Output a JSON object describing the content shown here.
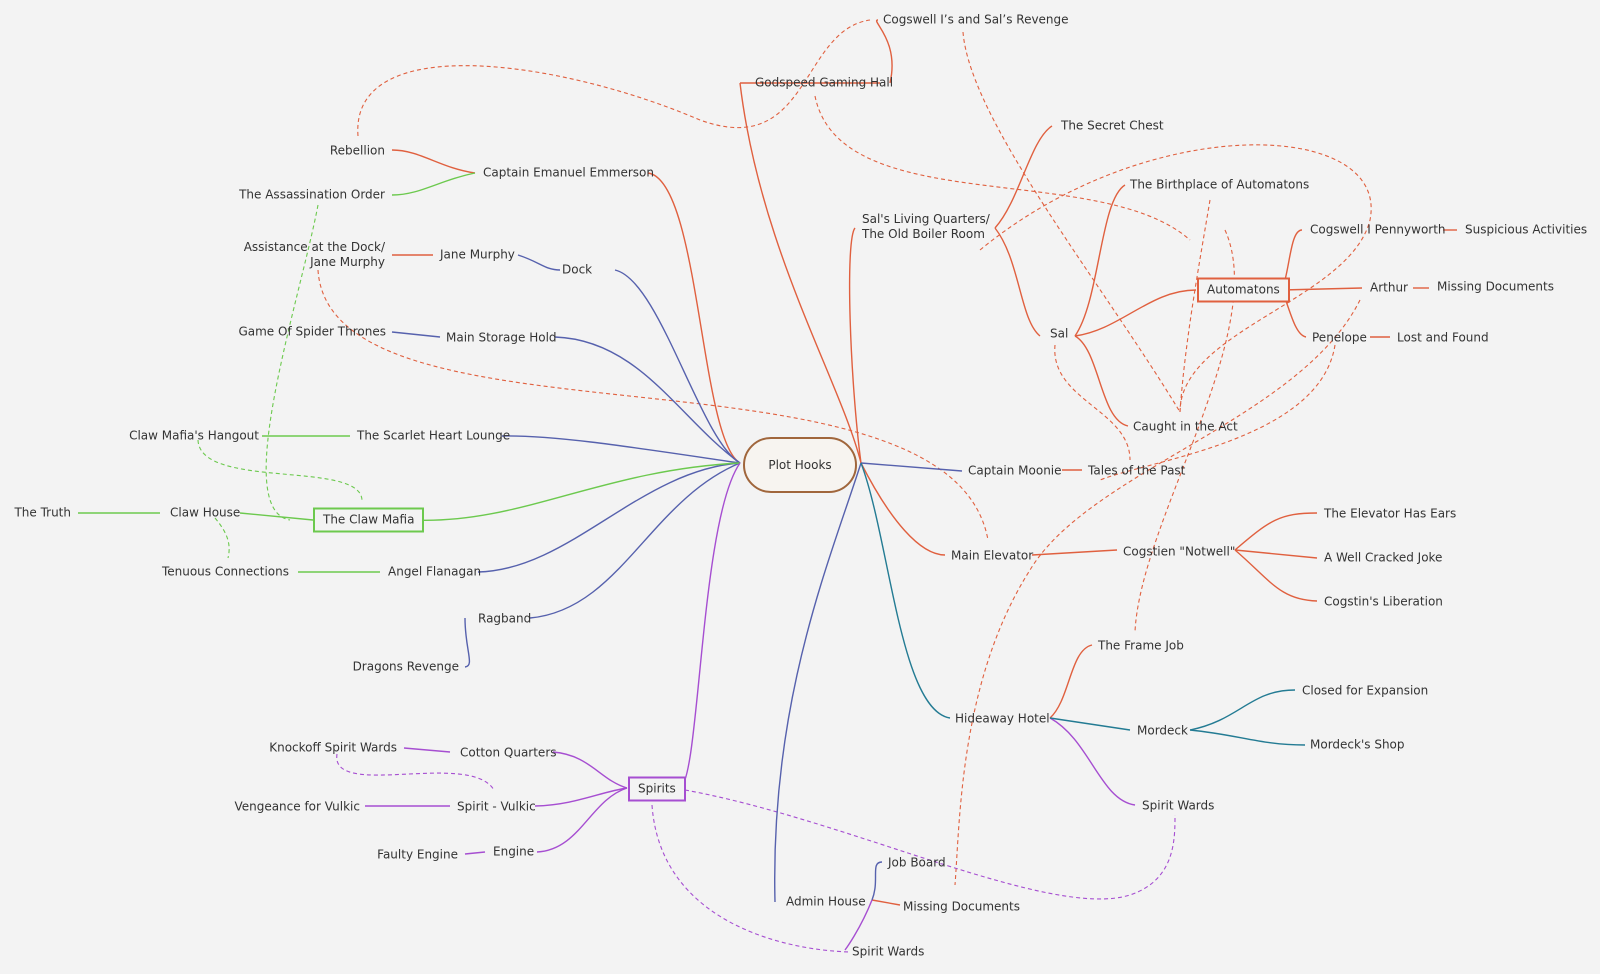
{
  "colors": {
    "red": "#e0603f",
    "blue": "#5661ad",
    "green": "#6cc94e",
    "purple": "#a64ed1",
    "teal": "#237b93",
    "root_border": "#a0663c"
  },
  "root": {
    "label": "Plot Hooks"
  },
  "nodes": {
    "cogswell_revenge": "Cogswell I’s and Sal’s Revenge",
    "godspeed": "Godspeed Gaming Hall",
    "rebellion": "Rebellion",
    "captain_emmerson": "Captain Emanuel Emmerson",
    "assassination_order": "The Assassination Order",
    "assistance_dock": "Assistance at the Dock/\nJane Murphy",
    "jane_murphy": "Jane Murphy",
    "dock": "Dock",
    "spider_thrones": "Game Of Spider Thrones",
    "main_storage": "Main Storage Hold",
    "claw_hangout": "Claw Mafia's Hangout",
    "scarlet_heart": "The Scarlet Heart Lounge",
    "the_truth": "The Truth",
    "claw_house": "Claw House",
    "claw_mafia": "The Claw Mafia",
    "tenuous": "Tenuous Connections",
    "angel": "Angel Flanagan",
    "ragband": "Ragband",
    "dragons_revenge": "Dragons Revenge",
    "knockoff_wards": "Knockoff Spirit Wards",
    "cotton_quarters": "Cotton Quarters",
    "vengeance_vulkic": "Vengeance for Vulkic",
    "spirit_vulkic": "Spirit - Vulkic",
    "spirits": "Spirits",
    "faulty_engine": "Faulty Engine",
    "engine": "Engine",
    "secret_chest": "The Secret Chest",
    "sals_quarters": "Sal's Living Quarters/\nThe Old Boiler Room",
    "birthplace": "The Birthplace of Automatons",
    "cogswell_pennyworth": "Cogswell I Pennyworth",
    "suspicious": "Suspicious Activities",
    "automatons": "Automatons",
    "arthur": "Arthur",
    "missing_docs_arthur": "Missing Documents",
    "sal": "Sal",
    "penelope": "Penelope",
    "lost_found": "Lost and Found",
    "caught_act": "Caught in the Act",
    "captain_moonie": "Captain Moonie",
    "tales_past": "Tales of the Past",
    "main_elevator": "Main Elevator",
    "cogstien": "Cogstien \"Notwell\"",
    "elevator_ears": "The Elevator Has Ears",
    "cracked_joke": "A Well Cracked Joke",
    "cogstin_liberation": "Cogstin's Liberation",
    "frame_job": "The Frame Job",
    "hideaway": "Hideaway Hotel",
    "mordeck": "Mordeck",
    "closed_expansion": "Closed for Expansion",
    "mordeck_shop": "Mordeck's Shop",
    "spirit_wards_hotel": "Spirit Wards",
    "admin_house": "Admin House",
    "job_board": "Job Board",
    "missing_docs_admin": "Missing Documents",
    "spirit_wards_admin": "Spirit Wards"
  }
}
